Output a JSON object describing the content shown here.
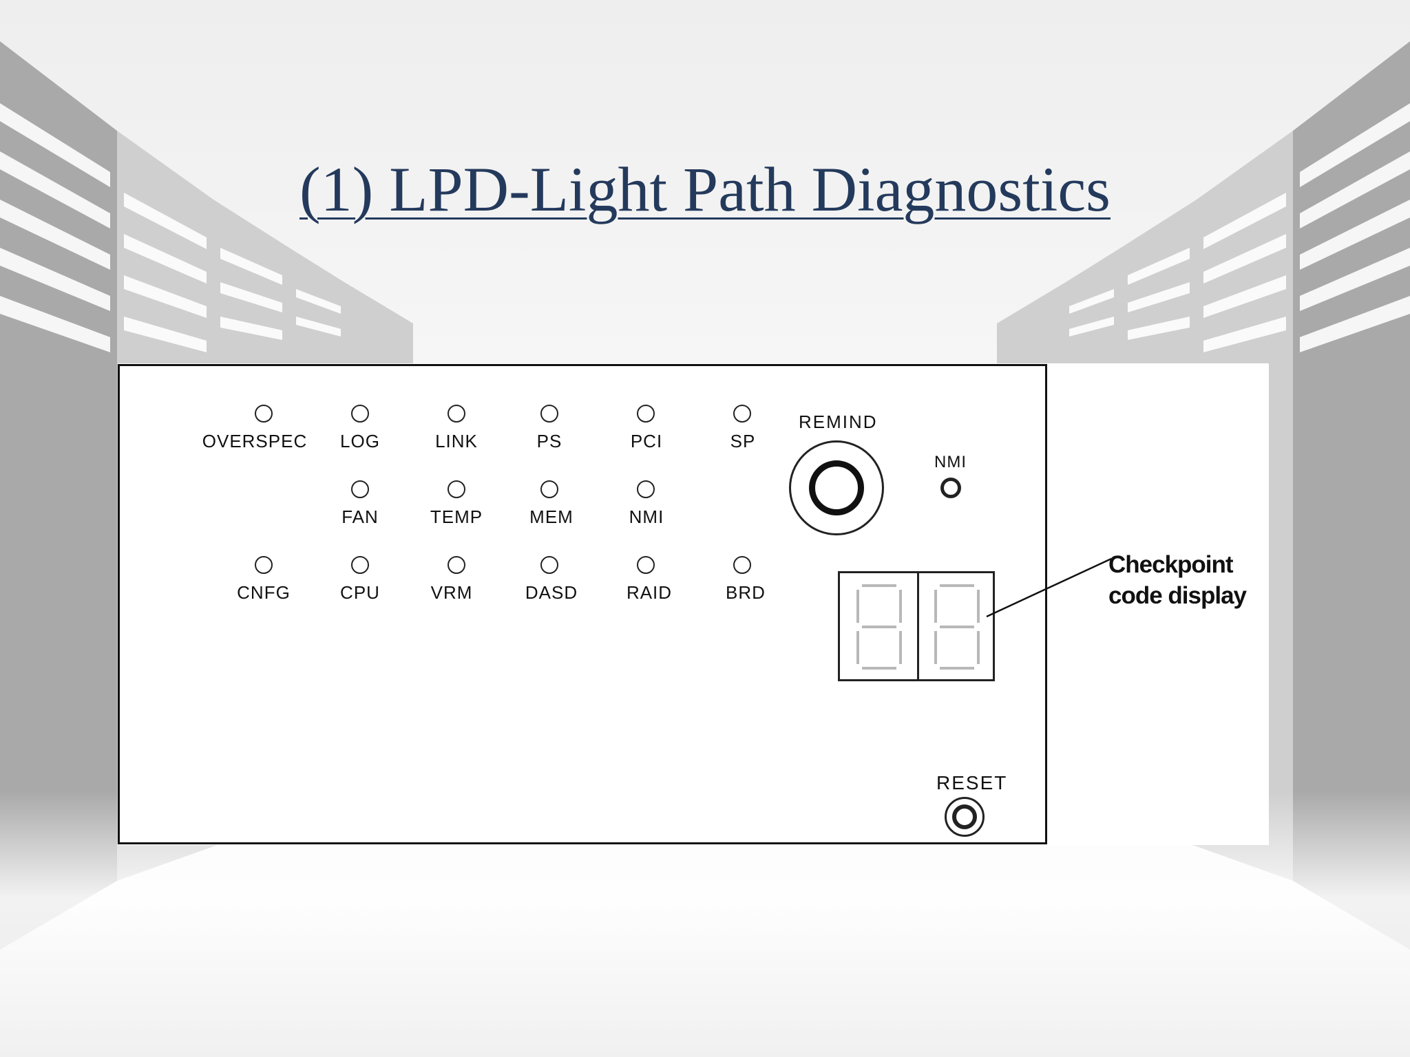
{
  "slide": {
    "title": "(1) LPD-Light Path Diagnostics"
  },
  "panel": {
    "leds": [
      {
        "name": "led-overspec",
        "label": "OVERSPEC"
      },
      {
        "name": "led-log",
        "label": "LOG"
      },
      {
        "name": "led-link",
        "label": "LINK"
      },
      {
        "name": "led-ps",
        "label": "PS"
      },
      {
        "name": "led-pci",
        "label": "PCI"
      },
      {
        "name": "led-sp",
        "label": "SP"
      },
      {
        "name": "led-fan",
        "label": "FAN"
      },
      {
        "name": "led-temp",
        "label": "TEMP"
      },
      {
        "name": "led-mem",
        "label": "MEM"
      },
      {
        "name": "led-nmi-row",
        "label": "NMI"
      },
      {
        "name": "led-cnfg",
        "label": "CNFG"
      },
      {
        "name": "led-cpu",
        "label": "CPU"
      },
      {
        "name": "led-vrm",
        "label": "VRM"
      },
      {
        "name": "led-dasd",
        "label": "DASD"
      },
      {
        "name": "led-raid",
        "label": "RAID"
      },
      {
        "name": "led-brd",
        "label": "BRD"
      }
    ],
    "remind_label": "REMIND",
    "nmi_label": "NMI",
    "reset_label": "RESET",
    "callout_line1": "Checkpoint",
    "callout_line2": "code display"
  },
  "colors": {
    "title": "#243a5c",
    "panel_border": "#111111",
    "segment_unlit": "#b8b8b8"
  }
}
